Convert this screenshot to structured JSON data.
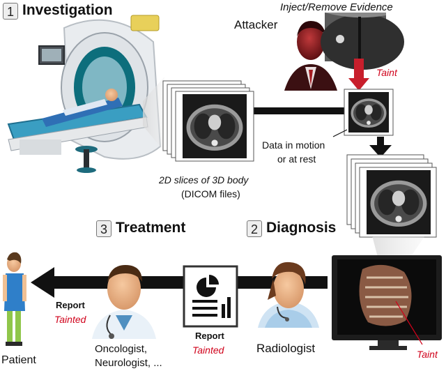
{
  "steps": {
    "investigation": {
      "number": "1",
      "title": "Investigation"
    },
    "treatment": {
      "number": "3",
      "title": "Treatment"
    },
    "diagnosis": {
      "number": "2",
      "title": "Diagnosis"
    }
  },
  "labels": {
    "inject_remove": "Inject/Remove Evidence",
    "attacker": "Attacker",
    "taint_top": "Taint",
    "data_motion_1": "Data in motion",
    "data_motion_2": "or at rest",
    "slices_1": "2D slices of 3D body",
    "slices_2": "(DICOM files)",
    "report_left": "Report",
    "tainted_left": "Tainted",
    "report_mid": "Report",
    "tainted_mid": "Tainted",
    "taint_bottom": "Taint",
    "patient": "Patient",
    "oncologist_1": "Oncologist,",
    "oncologist_2": "Neurologist, ...",
    "radiologist": "Radiologist"
  },
  "colors": {
    "taint_red": "#d0021b",
    "arrow_black": "#111111",
    "attacker_red": "#8b1a1a"
  }
}
